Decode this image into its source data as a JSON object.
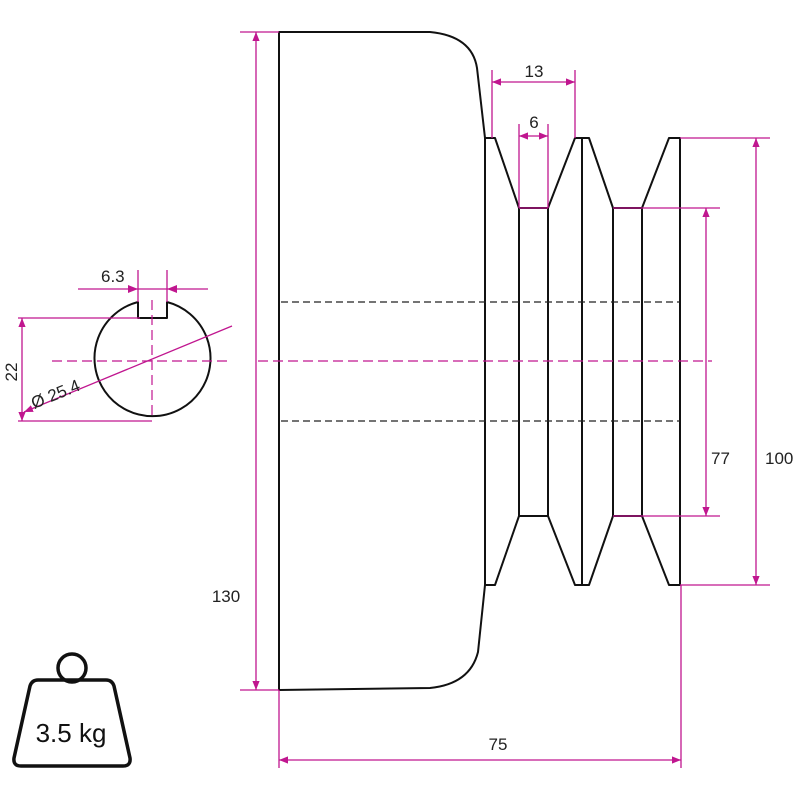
{
  "dimensions": {
    "keyway_width": "6.3",
    "shaft_height": "22",
    "bore_diameter": "Ø 25.4",
    "groove_pitch": "13",
    "groove_bottom_width": "6",
    "inner_diameter": "77",
    "outer_diameter": "100",
    "flange_diameter": "130",
    "total_length": "75"
  },
  "weight": {
    "label": "3.5 kg"
  },
  "colors": {
    "dimension": "#c0168f",
    "outline": "#111111"
  }
}
